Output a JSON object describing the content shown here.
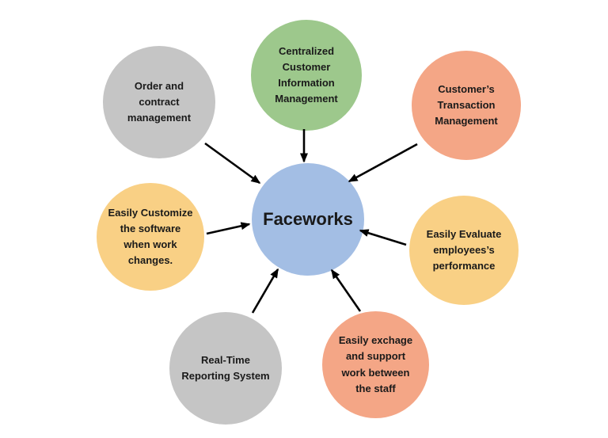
{
  "diagram": {
    "title": "Faceworks feature diagram",
    "background_color": "#ffffff",
    "arrow_color": "#000000",
    "text_color": "#1a1a1a",
    "center": {
      "label": "Faceworks",
      "color": "#a3bee4"
    },
    "nodes": [
      {
        "id": "centralized-customer-information-management",
        "label": "Centralized\nCustomer\nInformation\nManagement",
        "color": "#9dc88c",
        "position": "top"
      },
      {
        "id": "customers-transaction-management",
        "label": "Customer’s\nTransaction\nManagement",
        "color": "#f4a686",
        "position": "top-right"
      },
      {
        "id": "easily-evaluate-employees-performance",
        "label": "Easily Evaluate\nemployees’s\nperformance",
        "color": "#f9d085",
        "position": "right"
      },
      {
        "id": "easily-exchange-and-support-work",
        "label": "Easily exchage\nand support\nwork between\nthe staff",
        "color": "#f4a686",
        "position": "bottom-right"
      },
      {
        "id": "real-time-reporting-system",
        "label": "Real-Time\nReporting System",
        "color": "#c5c5c5",
        "position": "bottom-left"
      },
      {
        "id": "easily-customize-the-software",
        "label": "Easily Customize\nthe software\nwhen work\nchanges.",
        "color": "#f9d085",
        "position": "left"
      },
      {
        "id": "order-and-contract-management",
        "label": "Order and\ncontract\nmanagement",
        "color": "#c5c5c5",
        "position": "top-left"
      }
    ]
  }
}
